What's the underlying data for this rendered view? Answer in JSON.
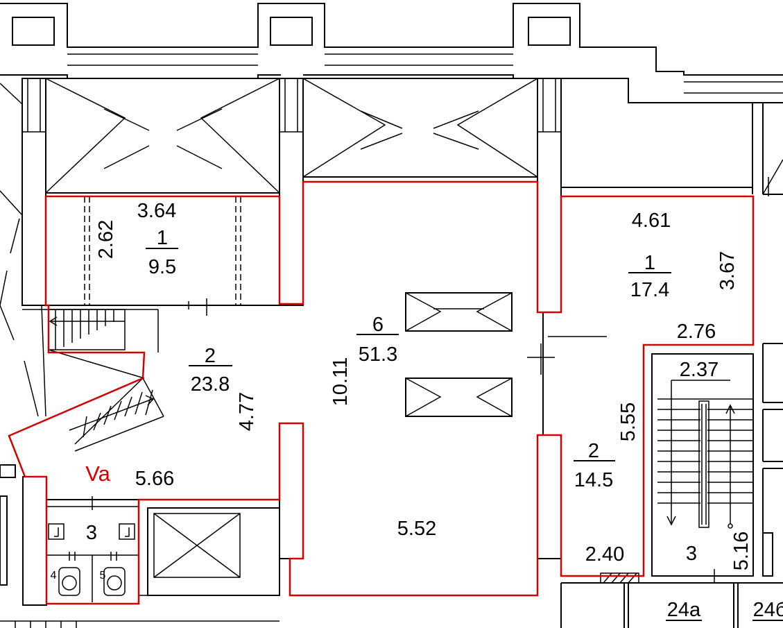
{
  "colors": {
    "outline": "#d40000",
    "ink": "#000000",
    "paper": "#ffffff"
  },
  "rooms": {
    "room_1_left": {
      "number": "1",
      "area": "9.5",
      "width": "3.64",
      "depth": "2.62"
    },
    "room_6_main": {
      "number": "6",
      "area": "51.3",
      "length": "10.11",
      "width": "5.52"
    },
    "room_2_left": {
      "number": "2",
      "area": "23.8",
      "depth": "4.77",
      "width": "5.66"
    },
    "room_1_right": {
      "number": "1",
      "area": "17.4",
      "width": "4.61",
      "depth": "3.67",
      "step": "2.76"
    },
    "room_2_right": {
      "number": "2",
      "area": "14.5",
      "depth": "5.55",
      "width": "2.40"
    },
    "room_3_stair": {
      "number": "3",
      "width": "2.37",
      "depth": "5.16"
    },
    "room_3_wc": {
      "number": "3",
      "wc_a": "4",
      "wc_b": "5"
    }
  },
  "section_marker": "Va",
  "neighbor_labels": {
    "unit_a": "24а",
    "unit_b": "24б"
  }
}
